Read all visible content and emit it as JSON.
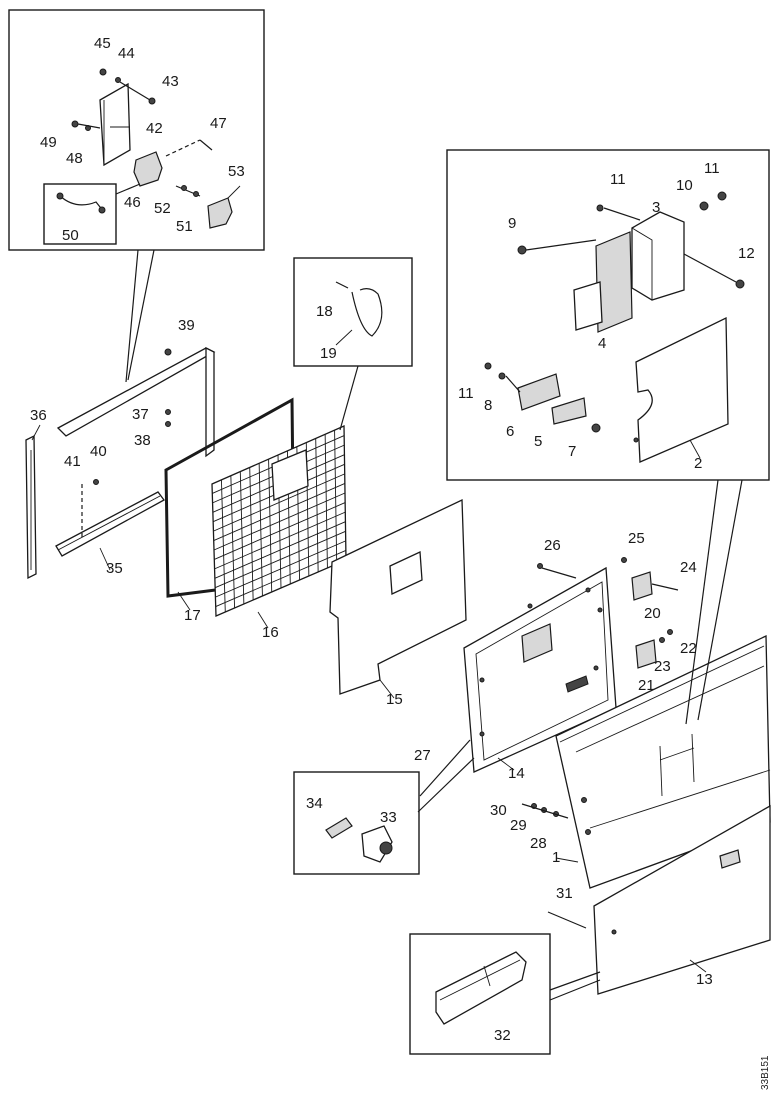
{
  "drawing_code": "33B151",
  "callouts": {
    "c1": "1",
    "c2": "2",
    "c3": "3",
    "c4": "4",
    "c5": "5",
    "c6": "6",
    "c7": "7",
    "c8": "8",
    "c9": "9",
    "c10": "10",
    "c11a": "11",
    "c11b": "11",
    "c11c": "11",
    "c12": "12",
    "c13": "13",
    "c14": "14",
    "c15": "15",
    "c16": "16",
    "c17": "17",
    "c18": "18",
    "c19": "19",
    "c20": "20",
    "c21": "21",
    "c22": "22",
    "c23": "23",
    "c24": "24",
    "c25": "25",
    "c26": "26",
    "c27": "27",
    "c28": "28",
    "c29": "29",
    "c30": "30",
    "c31": "31",
    "c32": "32",
    "c33": "33",
    "c34": "34",
    "c35": "35",
    "c36": "36",
    "c37": "37",
    "c38": "38",
    "c39": "39",
    "c40": "40",
    "c41": "41",
    "c42": "42",
    "c43": "43",
    "c44": "44",
    "c45": "45",
    "c46": "46",
    "c47": "47",
    "c48": "48",
    "c49": "49",
    "c50": "50",
    "c51": "51",
    "c52": "52",
    "c53": "53"
  }
}
